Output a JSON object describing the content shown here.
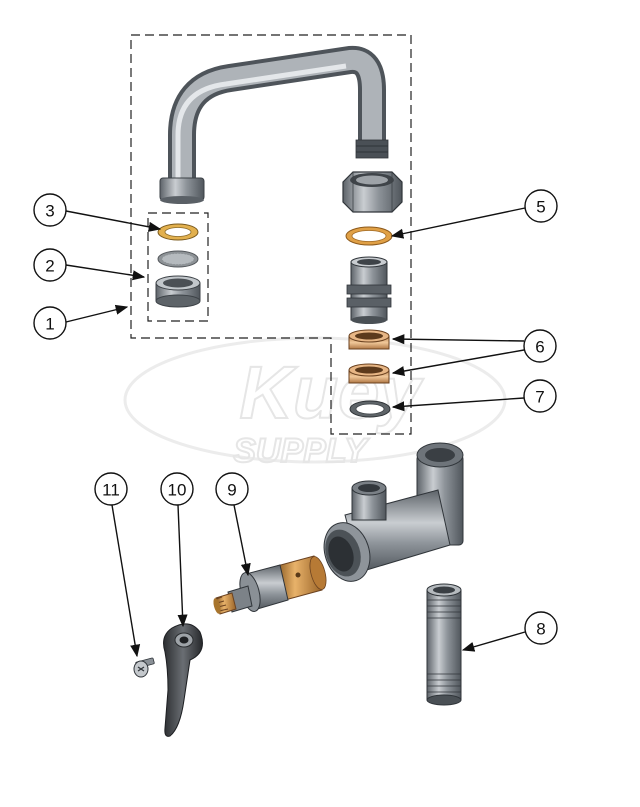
{
  "watermark": {
    "line1": "Kuey",
    "line2": "SUPPLY"
  },
  "callouts": [
    {
      "id": "1",
      "label": "1"
    },
    {
      "id": "2",
      "label": "2"
    },
    {
      "id": "3",
      "label": "3"
    },
    {
      "id": "5",
      "label": "5"
    },
    {
      "id": "6",
      "label": "6"
    },
    {
      "id": "7",
      "label": "7"
    },
    {
      "id": "8",
      "label": "8"
    },
    {
      "id": "9",
      "label": "9"
    },
    {
      "id": "10",
      "label": "10"
    },
    {
      "id": "11",
      "label": "11"
    }
  ],
  "colors": {
    "metal_dark": "#6f757b",
    "metal_mid": "#9aa0a6",
    "metal_light": "#d4d8dc",
    "brass": "#c8862f",
    "brass_light": "#e8b26a",
    "washer_gold": "#d9a441",
    "rubber": "#3a3a3a"
  }
}
